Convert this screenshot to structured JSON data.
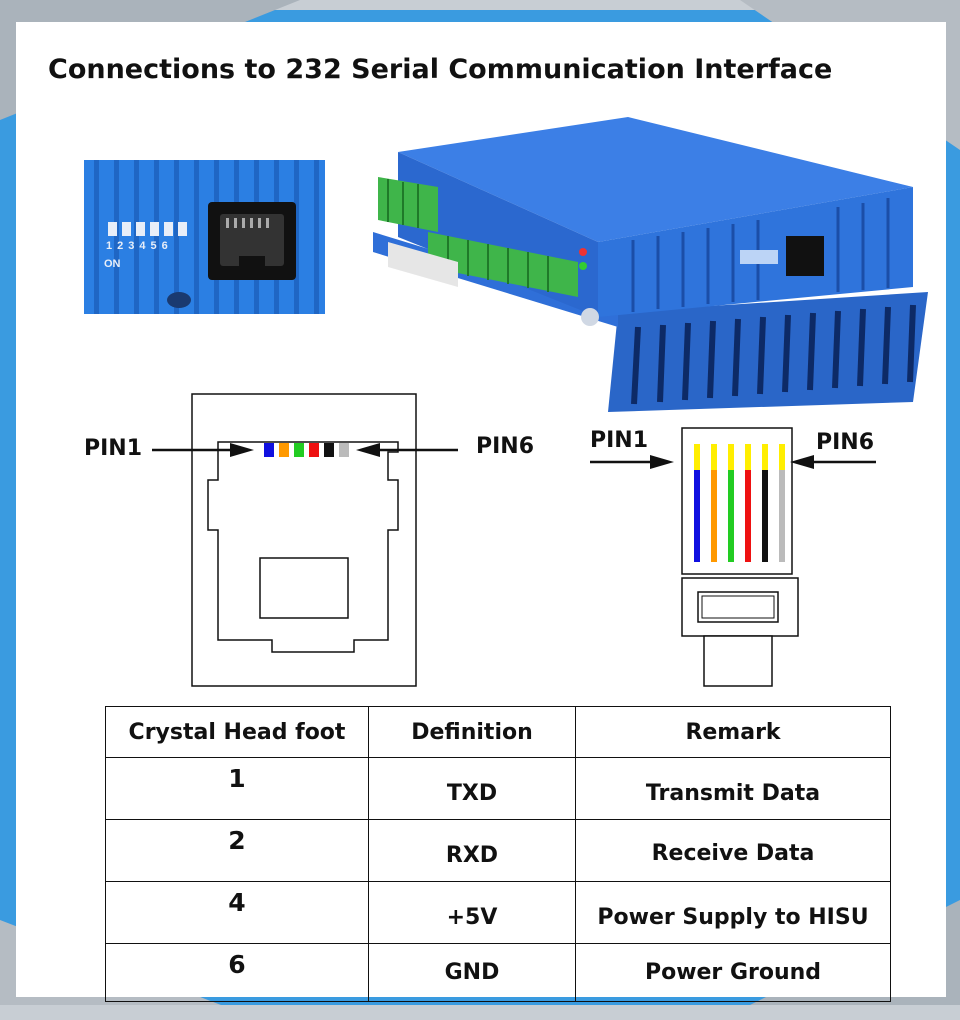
{
  "title": "Connections to 232 Serial Communication Interface",
  "closeup": {
    "dip_numbers": [
      "1",
      "2",
      "3",
      "4",
      "5",
      "6"
    ],
    "dip_on_label": "ON"
  },
  "jack_diagram": {
    "pin1_label": "PIN1",
    "pin6_label": "PIN6",
    "pin_colors": [
      "#1010e0",
      "#ff9900",
      "#22cc22",
      "#ee1111",
      "#111111",
      "#bbbbbb"
    ]
  },
  "plug_diagram": {
    "pin1_label": "PIN1",
    "pin6_label": "PIN6",
    "contact_color": "#ffee00",
    "wire_colors": [
      "#1010e0",
      "#ff9900",
      "#22cc22",
      "#ee1111",
      "#111111",
      "#bbbbbb"
    ]
  },
  "table": {
    "headers": [
      "Crystal Head foot",
      "Definition",
      "Remark"
    ],
    "rows": [
      {
        "foot": "1",
        "definition": "TXD",
        "remark": "Transmit Data"
      },
      {
        "foot": "2",
        "definition": "RXD",
        "remark": "Receive Data"
      },
      {
        "foot": "4",
        "definition": "+5V",
        "remark": "Power Supply to HISU"
      },
      {
        "foot": "6",
        "definition": "GND",
        "remark": "Power Ground"
      }
    ]
  },
  "colors": {
    "frame_blue": "#3a9be0",
    "frame_grey": "#9aa4ad",
    "device_blue": "#2f6fd8",
    "terminal_green": "#3fb54a"
  }
}
